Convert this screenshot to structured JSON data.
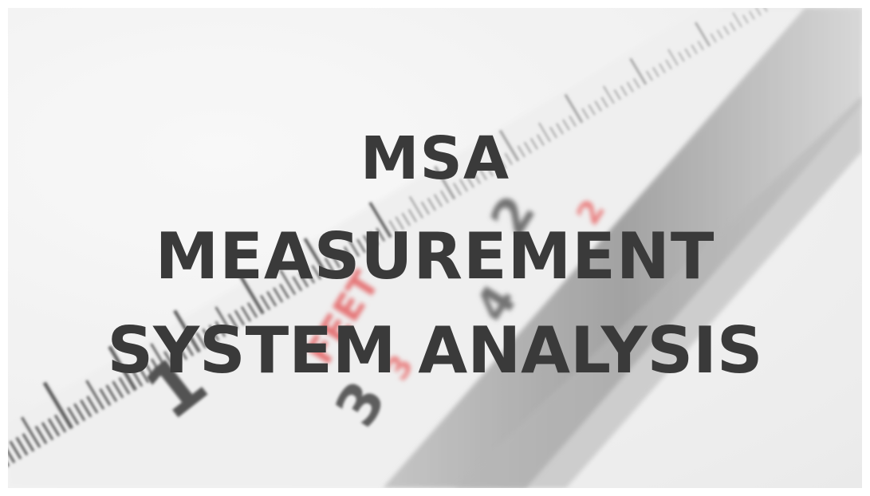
{
  "headline": {
    "line1": "MSA",
    "line2": "MEASUREMENT",
    "line3": "SYSTEM ANALYSIS"
  },
  "tape": {
    "numbers": [
      "1",
      "2",
      "3",
      "4"
    ],
    "red_label": "FEET",
    "red_numbers": [
      "2",
      "3"
    ]
  },
  "colors": {
    "text": "#3a3a3a",
    "tape_face": "#ededed",
    "tape_edge": "#8f8f8f",
    "tape_marks_red": "#e0585a",
    "background": "#f2f2f2"
  }
}
